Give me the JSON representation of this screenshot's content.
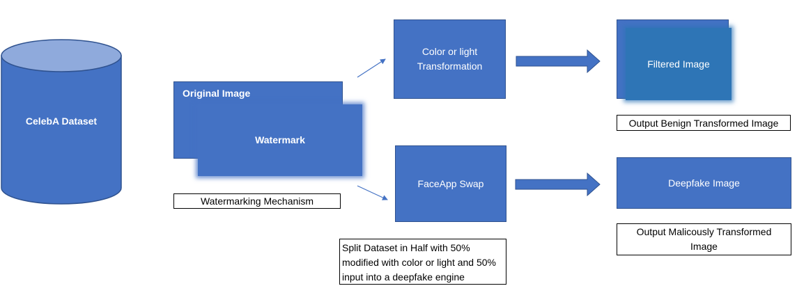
{
  "nodes": {
    "dataset": "CelebA Dataset",
    "original_image": "Original Image",
    "watermark": "Watermark",
    "color_transform": "Color or light Transformation",
    "faceapp_swap": "FaceApp Swap",
    "filtered_image": "Filtered Image",
    "deepfake_image": "Deepfake Image"
  },
  "labels": {
    "watermarking_mechanism": "Watermarking Mechanism",
    "output_benign": "Output Benign Transformed Image",
    "output_malicious": "Output Malicously Transformed Image",
    "split_note": "Split Dataset in Half with 50% modified with color or light and 50% input into a deepfake engine"
  },
  "colors": {
    "node_fill": "#4472C4",
    "node_border": "#2F528F",
    "filtered_fill": "#2E75B6",
    "cylinder_top": "#8FAADC"
  }
}
